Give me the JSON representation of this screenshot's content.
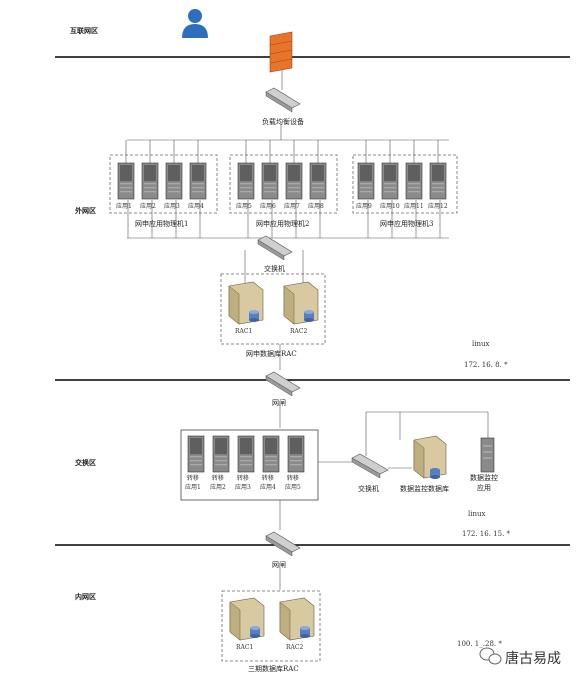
{
  "zones": {
    "internet": "互联网区",
    "outer": "外网区",
    "exchange": "交换区",
    "inner": "内网区"
  },
  "devices": {
    "load_balancer": "负载均衡设备",
    "switch_outer": "交换机",
    "gateway_outer": "网闸",
    "switch_exchange": "交换机",
    "monitor_db": "数据监控数据库",
    "monitor_app": "数据监控\n应用",
    "gateway_inner": "网闸"
  },
  "server_groups": [
    {
      "label": "网申应用物理机1",
      "apps": [
        "应用1",
        "应用2",
        "应用3",
        "应用4"
      ]
    },
    {
      "label": "网申应用物理机2",
      "apps": [
        "应用5",
        "应用6",
        "应用7",
        "应用8"
      ]
    },
    {
      "label": "网申应用物理机3",
      "apps": [
        "应用9",
        "应用10",
        "应用11",
        "应用12"
      ]
    }
  ],
  "outer_db": {
    "label": "网申数据库RAC",
    "nodes": [
      "RAC1",
      "RAC2"
    ]
  },
  "transfer_apps": [
    "转移\n应用1",
    "转移\n应用2",
    "转移\n应用3",
    "转移\n应用4",
    "转移\n应用5"
  ],
  "inner_db": {
    "label": "三期数据库RAC",
    "nodes": [
      "RAC1",
      "RAC2"
    ]
  },
  "network": {
    "outer_os": "linux",
    "outer_subnet": "172. 16. 8. *",
    "exchange_os": "linux",
    "exchange_subnet": "172. 16. 15. *",
    "inner_subnet": "100. 1_.28. *"
  },
  "watermark": "唐古易成",
  "colors": {
    "firewall": "#e8742a",
    "user": "#2d6fbd",
    "server": "#8a8a8a",
    "db": "#d8c9a0"
  }
}
